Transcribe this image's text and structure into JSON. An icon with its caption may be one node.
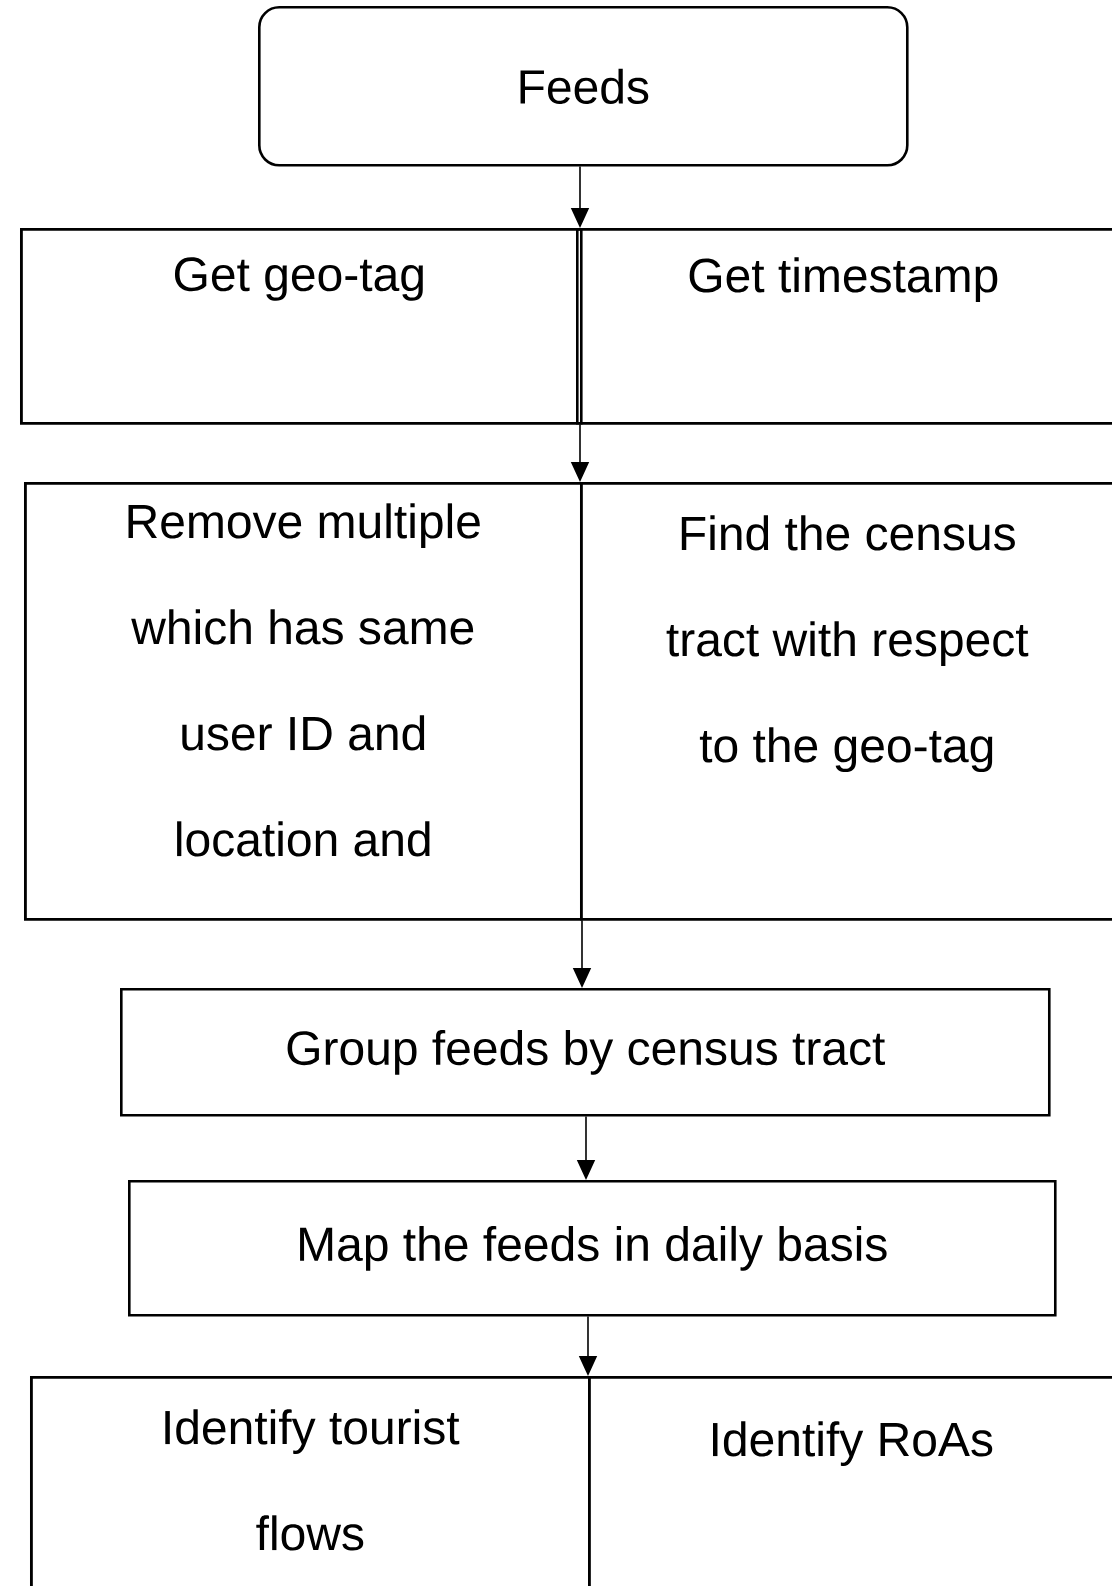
{
  "diagram": {
    "nodes": [
      {
        "text": [
          "Feeds"
        ]
      },
      {
        "text": [],
        "shape": "box"
      },
      {
        "text": [
          "Get geo-tag"
        ],
        "in": 1
      },
      {
        "text": [
          "Get timestamp"
        ],
        "in": 1
      },
      {
        "text": [],
        "shape": "box"
      },
      {
        "text": [
          "Remove multiple which has same user ID and location and"
        ],
        "in": 4
      },
      {
        "text": [
          "Find the census tract with respect to the geo-tag"
        ],
        "in": 4
      },
      {
        "text": [
          "Group feeds by census tract"
        ]
      },
      {
        "text": [
          "Map the feeds in daily basis"
        ]
      },
      {
        "text": [],
        "shape": "box"
      },
      {
        "text": [
          "Identify tourist flows"
        ],
        "in": 9
      },
      {
        "text": [
          "Identify RoAs"
        ],
        "in": 9
      }
    ],
    "edges": [
      {
        "from": 0,
        "to": 1,
        "arrow": "to"
      },
      {
        "from": 1,
        "to": 4,
        "arrow": "to"
      },
      {
        "from": 4,
        "to": 7,
        "arrow": "to"
      },
      {
        "from": 7,
        "to": 8,
        "arrow": "to"
      },
      {
        "from": 8,
        "to": 9,
        "arrow": "to"
      }
    ]
  }
}
